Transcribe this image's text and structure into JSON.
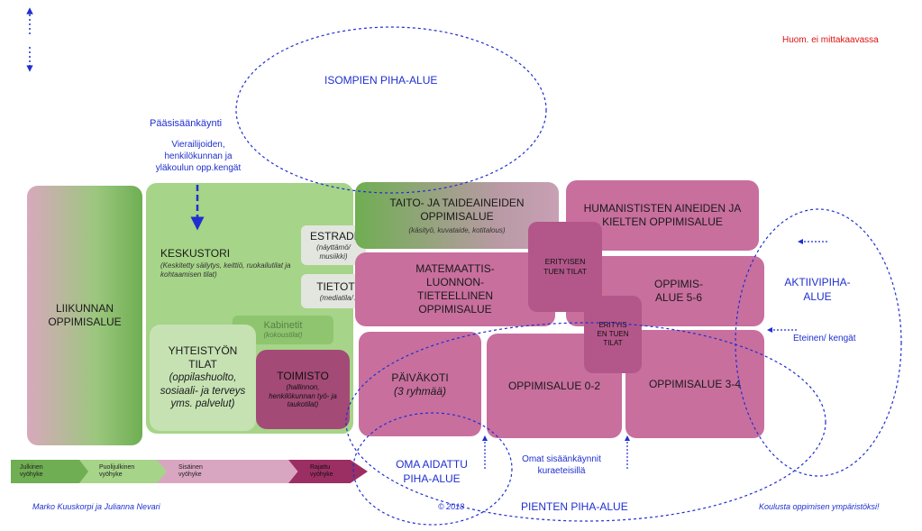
{
  "note_top_right": "Huom. ei mittakaavassa",
  "isompien_piha": "ISOMPIEN PIHA-ALUE",
  "paasisaankaynti": "Pääsisäänkäynti",
  "vierailijoiden": "Vierailijoiden, henkilökunnan ja yläkoulun opp.kengät",
  "liikunnan": "LIIKUNNAN OPPIMISALUE",
  "keskustori": {
    "title": "KESKUSTORI",
    "sub": "(Keskitetty säilytys, keittiö, ruokailutilat ja kohtaamisen tilat)"
  },
  "estradi": {
    "title": "ESTRADI",
    "sub": "(näyttämö/ musiikki)"
  },
  "tietotori": {
    "title": "TIETOTORI",
    "sub": "(mediatila/ ATK)"
  },
  "kabinetit": {
    "title": "Kabinetit",
    "sub": "(kokoustilat)"
  },
  "yhteistyon": {
    "title": "YHTEISTYÖN TILAT",
    "sub": "(oppilashuolto, sosiaali- ja terveys yms. palvelut)"
  },
  "toimisto": {
    "title": "TOIMISTO",
    "sub": "(hallinnon, henkilökunnan työ- ja taukotilat)"
  },
  "taito": {
    "title": "TAITO- JA TAIDEAINEIDEN OPPIMISALUE",
    "sub": "(käsityö, kuvataide, kotitalous)"
  },
  "humanististen": "HUMANISTISTEN AINEIDEN JA KIELTEN OPPIMISALUE",
  "erityisen_tuen_1": "ERITYISEN TUEN TILAT",
  "matemaattis": "MATEMAATTIS-LUONNON-TIETEELLINEN OPPIMISALUE",
  "oppimisalue_56": "OPPIMIS-ALUE 5-6",
  "erityisen_tuen_2": "ERITYIS EN TUEN TILAT",
  "aktiivipiha": "AKTIIVIPIHA-ALUE",
  "eteinen": "Eteinen/ kengät",
  "paivakoti": {
    "title": "PÄIVÄKOTI",
    "sub": "(3 ryhmää)"
  },
  "oppimisalue_02": "OPPIMISALUE 0-2",
  "oppimisalue_34": "OPPIMISALUE 3-4",
  "oma_aidattu": "OMA AIDATTU PIHA-ALUE",
  "omat_sisaankaynnit": "Omat sisäänkäynnit kuraeteisillä",
  "pienten_piha": "PIENTEN PIHA-ALUE",
  "zones": [
    "Julkinen vyöhyke",
    "Puolijulkinen vyöhyke",
    "Sisäinen vyöhyke",
    "Rajattu vyöhyke"
  ],
  "author": "Marko Kuuskorpi ja Julianna Nevari",
  "copyright": "© 2018",
  "slogan": "Koulusta oppimisen ympäristöksi!",
  "colors": {
    "green": "#9fcf80",
    "green_dark": "#5e9e45",
    "pink": "#c86f9e",
    "pink_dark": "#9b2f63",
    "blue": "#1f2fd0"
  }
}
